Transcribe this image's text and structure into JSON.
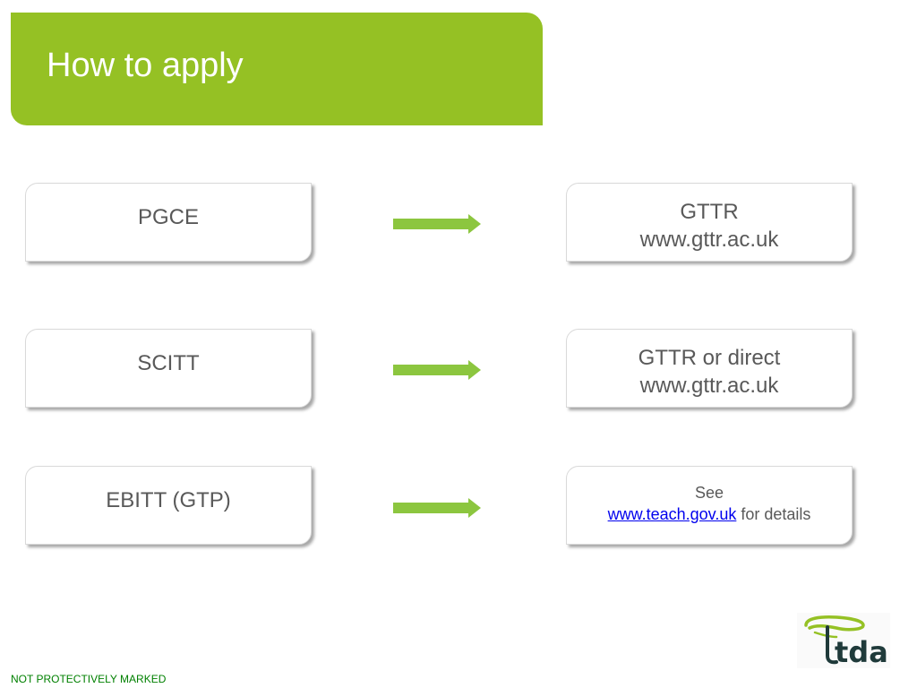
{
  "title": "How to apply",
  "rows": [
    {
      "route": "PGCE",
      "apply_line1": "GTTR",
      "apply_line2": "www.gttr.ac.uk"
    },
    {
      "route": "SCITT",
      "apply_line1": "GTTR or direct",
      "apply_line2": "www.gttr.ac.uk"
    },
    {
      "route": "EBITT (GTP)",
      "apply_line1": "See",
      "apply_link": "www.teach.gov.uk",
      "apply_suffix": " for details"
    }
  ],
  "footer": {
    "marking": "NOT PROTECTIVELY MARKED"
  },
  "logo": {
    "text": "tda"
  },
  "colors": {
    "banner": "#95c124",
    "arrow": "#8cc63f",
    "text": "#595959",
    "link": "#0000ee",
    "footer": "#008000"
  },
  "icons": [
    "right-arrow-icon",
    "tda-logo"
  ]
}
